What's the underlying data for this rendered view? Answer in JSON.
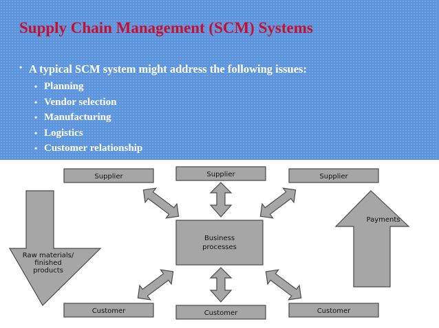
{
  "slide": {
    "title": "Supply Chain Management (SCM) Systems",
    "intro": "A typical SCM system might address the following issues:",
    "bullet_glyph": "•",
    "issues": [
      "Planning",
      "Vendor selection",
      "Manufacturing",
      "Logistics",
      "Customer relationship"
    ]
  },
  "diagram": {
    "suppliers": [
      "Supplier",
      "Supplier",
      "Supplier"
    ],
    "customers": [
      "Customer",
      "Customer",
      "Customer"
    ],
    "center": [
      "Business",
      "processes"
    ],
    "raw_materials": [
      "Raw materials/",
      "finished",
      "products"
    ],
    "payments": "Payments"
  },
  "colors": {
    "header_bg": "#5d95dd",
    "title": "#c8102e",
    "text": "#ffffff",
    "shape_fill": "#a6a6a6",
    "shape_stroke": "#4a4a4a"
  }
}
